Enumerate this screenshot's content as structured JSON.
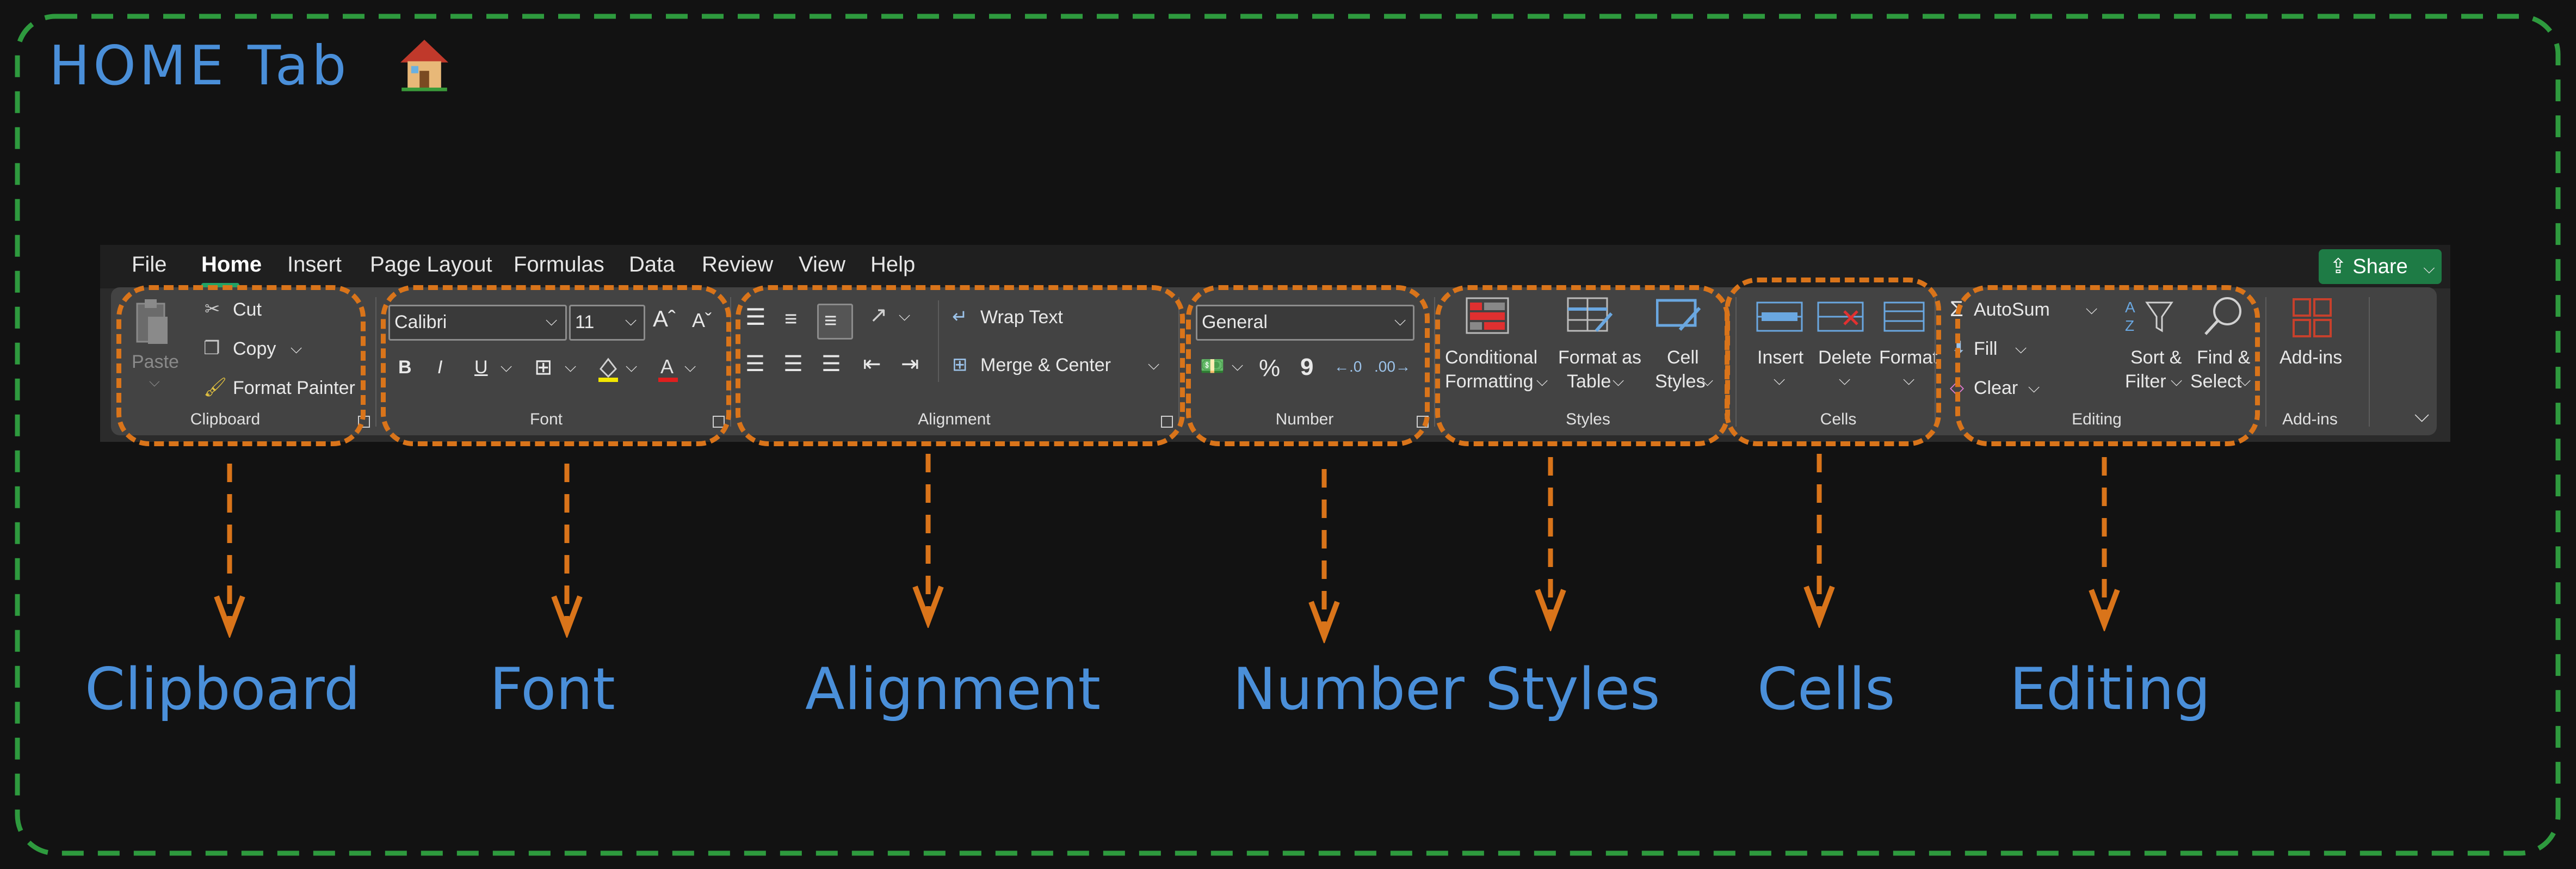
{
  "page_title": "HOME Tab",
  "icons": {
    "title": "house-icon"
  },
  "ribbon": {
    "tabs": [
      "File",
      "Home",
      "Insert",
      "Page Layout",
      "Formulas",
      "Data",
      "Review",
      "View",
      "Help"
    ],
    "active_tab": "Home",
    "share": "Share",
    "clipboard": {
      "paste": "Paste",
      "cut": "Cut",
      "copy": "Copy",
      "format_painter": "Format Painter",
      "label": "Clipboard"
    },
    "font": {
      "name": "Calibri",
      "size": "11",
      "bold": "B",
      "italic": "I",
      "underline": "U",
      "label": "Font"
    },
    "alignment": {
      "wrap_text": "Wrap Text",
      "merge_center": "Merge & Center",
      "label": "Alignment"
    },
    "number": {
      "format": "General",
      "percent": "%",
      "comma": "9",
      "label": "Number"
    },
    "styles": {
      "conditional_1": "Conditional",
      "conditional_2": "Formatting",
      "format_table_1": "Format as",
      "format_table_2": "Table",
      "cell_styles_1": "Cell",
      "cell_styles_2": "Styles",
      "label": "Styles"
    },
    "cells": {
      "insert": "Insert",
      "delete": "Delete",
      "format": "Format",
      "label": "Cells"
    },
    "editing": {
      "autosum": "AutoSum",
      "fill": "Fill",
      "clear": "Clear",
      "sort_1": "Sort &",
      "sort_2": "Filter",
      "find_1": "Find &",
      "find_2": "Select",
      "label": "Editing"
    },
    "addins": {
      "button": "Add-ins",
      "label": "Add-ins"
    }
  },
  "annotations": [
    "Clipboard",
    "Font",
    "Alignment",
    "Number",
    "Styles",
    "Cells",
    "Editing"
  ],
  "colors": {
    "frame": "#2e9a3e",
    "ring": "#d9741a",
    "handwriting": "#4a8fd9",
    "accent": "#21a366"
  }
}
